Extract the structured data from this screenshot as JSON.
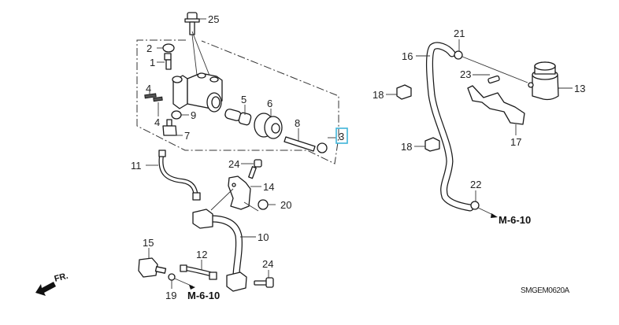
{
  "diagram": {
    "title": "Clutch Master Cylinder Assembly",
    "code": "SMGEM0620A",
    "front_indicator": "FR.",
    "highlight_color": "#3fb4d8",
    "assembly_callout": "3",
    "references": [
      "M-6-10",
      "M-6-10"
    ],
    "callouts": {
      "c1": "1",
      "c2": "2",
      "c3": "3",
      "c4a": "4",
      "c4b": "4",
      "c5": "5",
      "c6": "6",
      "c7": "7",
      "c8": "8",
      "c9": "9",
      "c10": "10",
      "c11": "11",
      "c12": "12",
      "c13": "13",
      "c14": "14",
      "c15": "15",
      "c16": "16",
      "c17": "17",
      "c18a": "18",
      "c18b": "18",
      "c19": "19",
      "c20": "20",
      "c21": "21",
      "c22": "22",
      "c23": "23",
      "c24a": "24",
      "c24b": "24",
      "c25": "25"
    }
  }
}
